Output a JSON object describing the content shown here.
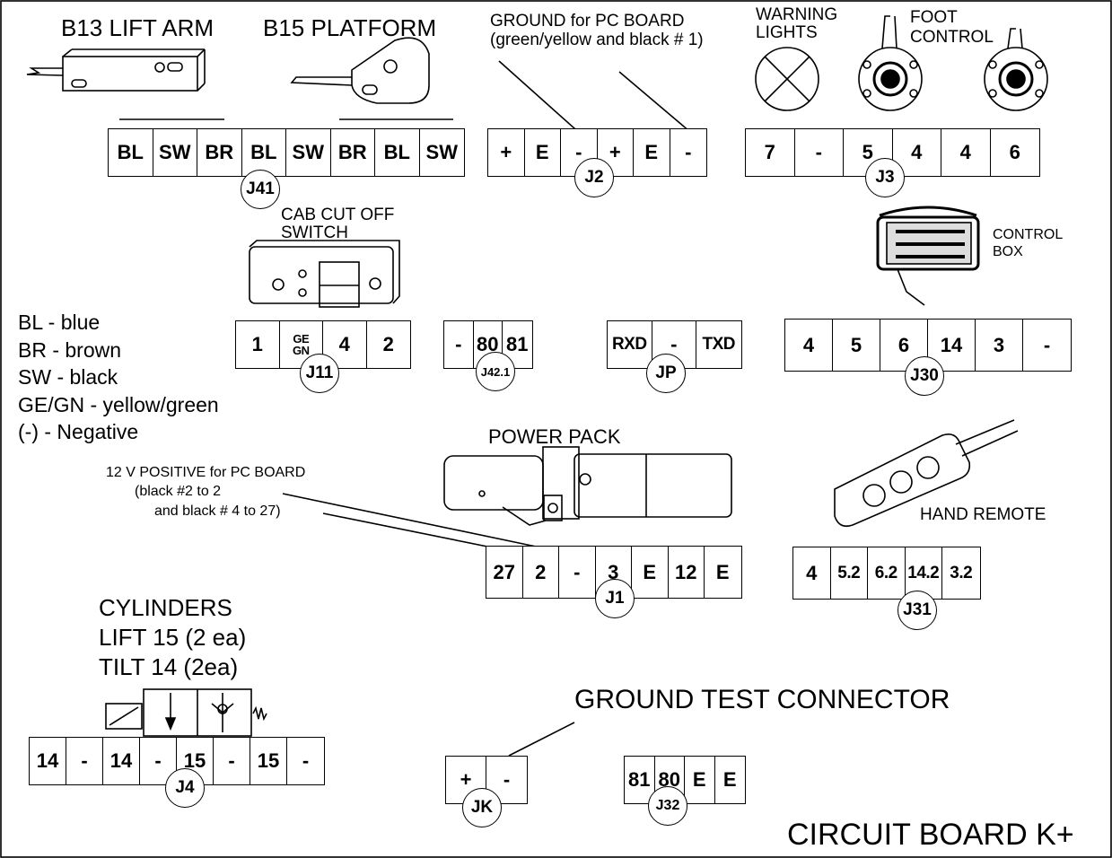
{
  "title": "CIRCUIT BOARD K+",
  "components": {
    "lift_arm": "B13 LIFT ARM",
    "platform": "B15 PLATFORM",
    "ground_pc": "GROUND for PC BOARD",
    "ground_pc_sub": "(green/yellow and black # 1)",
    "warning_1": "WARNING",
    "warning_2": "LIGHTS",
    "foot_1": "FOOT",
    "foot_2": "CONTROL",
    "cab_1": "CAB CUT OFF",
    "cab_2": "SWITCH",
    "control_1": "CONTROL",
    "control_2": "BOX",
    "power_pack": "POWER PACK",
    "pos_1": "12 V POSITIVE for PC BOARD",
    "pos_2": "(black #2 to 2",
    "pos_3": "and black # 4 to 27)",
    "hand_remote": "HAND REMOTE",
    "cyl_1": "CYLINDERS",
    "cyl_2": "LIFT 15 (2 ea)",
    "cyl_3": "TILT 14 (2ea)",
    "ground_test": "GROUND TEST CONNECTOR"
  },
  "legend": [
    "BL - blue",
    "BR - brown",
    "SW - black",
    "GE/GN - yellow/green",
    "(-) - Negative"
  ],
  "connectors": {
    "j41": {
      "id": "J41",
      "pins": [
        "BL",
        "SW",
        "BR",
        "BL",
        "SW",
        "BR",
        "BL",
        "SW"
      ]
    },
    "j2": {
      "id": "J2",
      "pins": [
        "+",
        "E",
        "-",
        "+",
        "E",
        "-"
      ]
    },
    "j3": {
      "id": "J3",
      "pins": [
        "7",
        "-",
        "5",
        "4",
        "4",
        "6"
      ]
    },
    "j11": {
      "id": "J11",
      "pins": [
        "1",
        "GE GN",
        "4",
        "2"
      ]
    },
    "j42": {
      "id": "J42.1",
      "pins": [
        "-",
        "80",
        "81"
      ]
    },
    "jp": {
      "id": "JP",
      "pins": [
        "RXD",
        "-",
        "TXD"
      ]
    },
    "j30": {
      "id": "J30",
      "pins": [
        "4",
        "5",
        "6",
        "14",
        "3",
        "-"
      ]
    },
    "j1": {
      "id": "J1",
      "pins": [
        "27",
        "2",
        "-",
        "3",
        "E",
        "12",
        "E"
      ]
    },
    "j31": {
      "id": "J31",
      "pins": [
        "4",
        "5.2",
        "6.2",
        "14.2",
        "3.2"
      ]
    },
    "j4": {
      "id": "J4",
      "pins": [
        "14",
        "-",
        "14",
        "-",
        "15",
        "-",
        "15",
        "-"
      ]
    },
    "jk": {
      "id": "JK",
      "pins": [
        "+",
        "-"
      ]
    },
    "j32": {
      "id": "J32",
      "pins": [
        "81",
        "80",
        "E",
        "E"
      ]
    }
  }
}
